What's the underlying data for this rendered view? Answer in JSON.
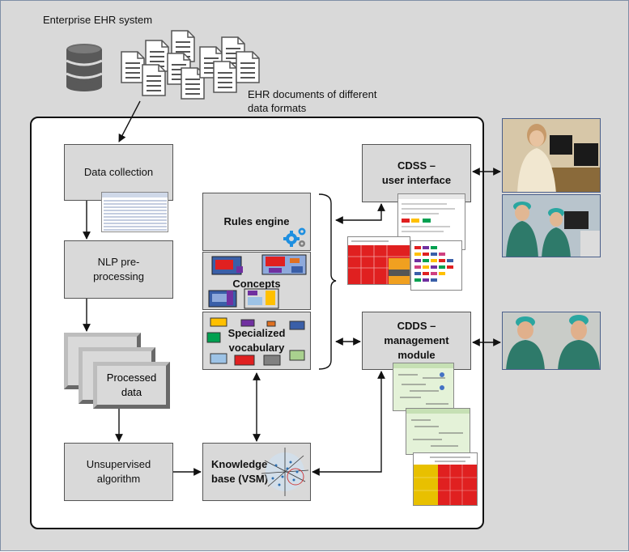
{
  "top": {
    "title": "Enterprise EHR system",
    "docs_caption_1": "EHR documents of different",
    "docs_caption_2": "data formats"
  },
  "left_column": {
    "data_collection": "Data collection",
    "nlp_1": "NLP pre-",
    "nlp_2": "processing",
    "processed_1": "Processed",
    "processed_2": "data",
    "unsupervised_1": "Unsupervised",
    "unsupervised_2": "algorithm"
  },
  "middle_column": {
    "rules_engine": "Rules engine",
    "concepts": "Concepts",
    "vocab_1": "Specialized",
    "vocab_2": "vocabulary",
    "kb_1": "Knowledge",
    "kb_2": "base (VSM)"
  },
  "right_column": {
    "cdss_1": "CDSS –",
    "cdss_2": "user interface",
    "cdds_1": "CDDS –",
    "cdds_2": "management",
    "cdds_3": "module"
  },
  "colors": {
    "background": "#d9d9d9",
    "box_fill": "#d9d9d9",
    "inner_panel": "#ffffff",
    "gear": "#1e8fe0",
    "heatmap_red": "#e02020",
    "heatmap_orange": "#f0a020"
  },
  "icons": [
    "database-icon",
    "document-icon",
    "gear-icon"
  ]
}
